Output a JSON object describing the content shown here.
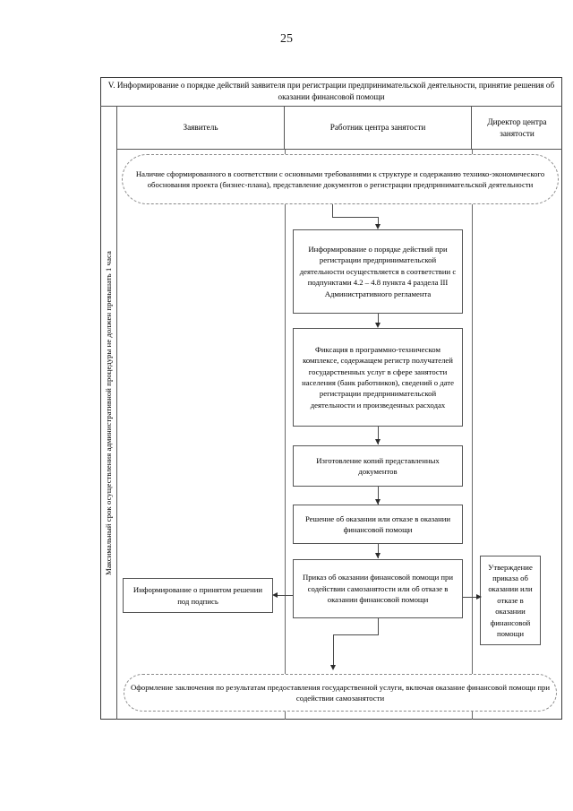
{
  "document": {
    "page_number": "25"
  },
  "table": {
    "title": "V. Информирование о порядке действий заявителя при регистрации предпринимательской деятельности, принятие решения об оказании финансовой помощи",
    "vertical_label": "Максимальный срок осуществления административной процедуры не должен превышать 1 часа",
    "lanes": [
      {
        "label": "Заявитель"
      },
      {
        "label": "Работник центра занятости"
      },
      {
        "label": "Директор центра занятости"
      }
    ]
  },
  "flow": {
    "nodes": [
      {
        "id": "start",
        "shape": "rounded",
        "lane": "all",
        "text": "Наличие сформированного в соответствии с основными требованиями к структуре и содержанию технико-экономического обоснования проекта (бизнес-плана), представление документов о регистрации предпринимательской деятельности"
      },
      {
        "id": "inform-order",
        "shape": "rect",
        "lane": "Работник центра занятости",
        "text": "Информирование о порядке действий при регистрации предпринимательской деятельности осуществляется в соответствии  с подпунктами  4.2 – 4.8 пункта 4 раздела III  Административного регламента"
      },
      {
        "id": "fixation",
        "shape": "rect",
        "lane": "Работник центра занятости",
        "text": "Фиксация в программно-техническом комплексе, содержащем регистр получателей государственных услуг в сфере занятости населения (банк работников), сведений о дате регистрации предпринимательской деятельности и произведенных расходах"
      },
      {
        "id": "copies",
        "shape": "rect",
        "lane": "Работник центра занятости",
        "text": "Изготовление копий представленных документов"
      },
      {
        "id": "decision",
        "shape": "rect",
        "lane": "Работник центра занятости",
        "text": "Решение об оказании или отказе в оказании финансовой помощи"
      },
      {
        "id": "order",
        "shape": "rect",
        "lane": "Работник центра занятости",
        "text": "Приказ об оказании финансовой помощи при содействии самозанятости  или об отказе в оказании финансовой помощи"
      },
      {
        "id": "inform-applicant",
        "shape": "rect",
        "lane": "Заявитель",
        "text": "Информирование о принятом решении под подпись"
      },
      {
        "id": "approval",
        "shape": "rect",
        "lane": "Директор центра занятости",
        "text": "Утверждение приказа об оказании или отказе в оказании финансовой помощи"
      },
      {
        "id": "conclusion",
        "shape": "rounded",
        "lane": "all",
        "text": "Оформление заключения по результатам предоставления государственной услуги, включая оказание финансовой помощи при содействии самозанятости"
      }
    ]
  }
}
